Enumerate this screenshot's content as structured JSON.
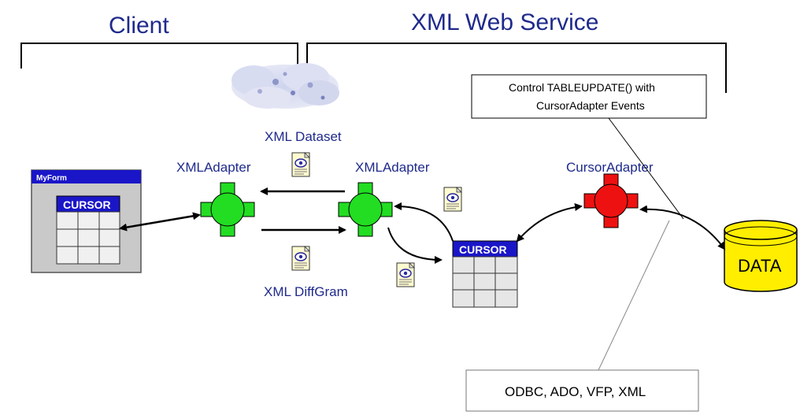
{
  "headers": {
    "client": "Client",
    "service": "XML Web Service"
  },
  "labels": {
    "xml_dataset": "XML Dataset",
    "xml_diffgram": "XML DiffGram",
    "xmladapter_left": "XMLAdapter",
    "xmladapter_middle": "XMLAdapter",
    "cursoradapter": "CursorAdapter"
  },
  "form": {
    "title": "MyForm",
    "cursor_label": "CURSOR"
  },
  "server_cursor": {
    "label": "CURSOR"
  },
  "data_store": {
    "label": "DATA"
  },
  "callouts": {
    "tableupdate_line1": "Control TABLEUPDATE() with",
    "tableupdate_line2": "CursorAdapter Events",
    "sources": "ODBC, ADO, VFP, XML"
  },
  "colors": {
    "header_text": "#1f2a8c",
    "cursor_header": "#1a16c8",
    "xmladapter": "#22dd22",
    "cursoradapter": "#ee1111",
    "data_fill": "#ffee00",
    "form_bg": "#c9c9c9",
    "form_title": "#1a16c8"
  },
  "icons": {
    "cloud": "cloud-icon",
    "document": "xml-document-icon"
  }
}
